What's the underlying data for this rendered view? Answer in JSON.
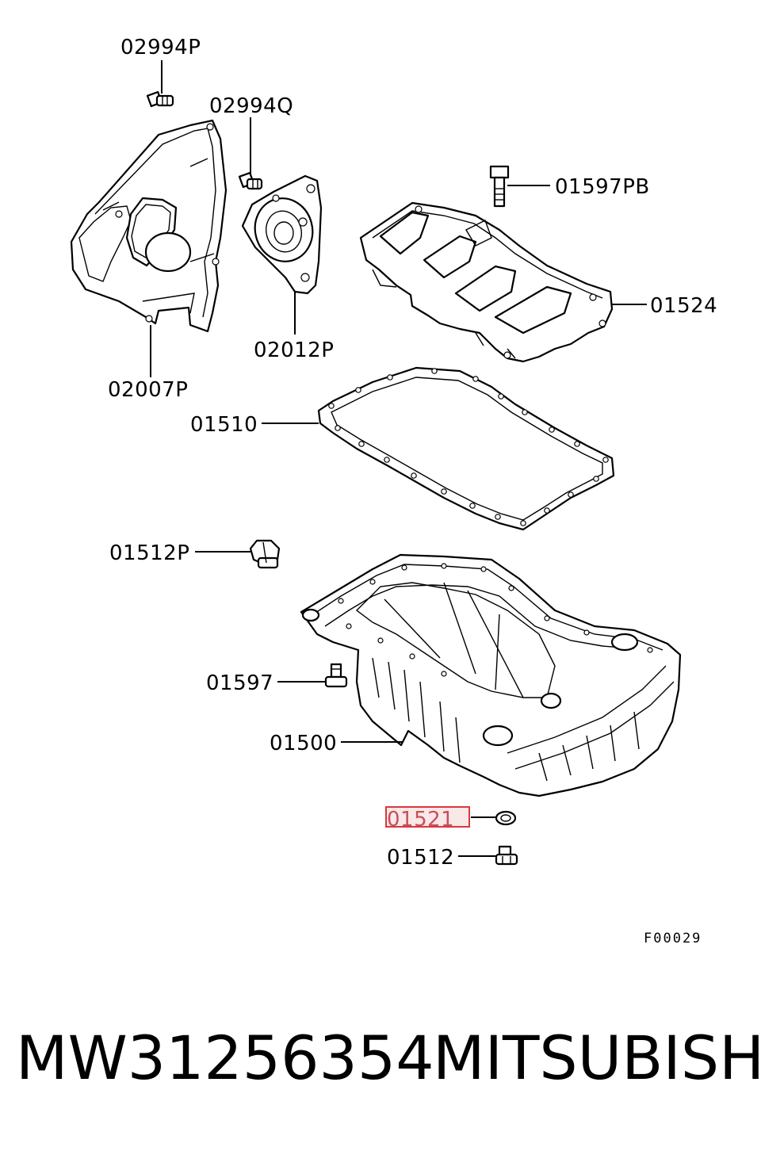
{
  "callouts": {
    "p02994P": "02994P",
    "p02994Q": "02994Q",
    "p01597PB": "01597PB",
    "p01524": "01524",
    "p02012P": "02012P",
    "p02007P": "02007P",
    "p01510": "01510",
    "p01512P": "01512P",
    "p01597": "01597",
    "p01500": "01500",
    "p01521": "01521",
    "p01512": "01512"
  },
  "highlighted_callout": "01521",
  "highlight_color": "#d9383f",
  "figure_code": "F00029",
  "caption": {
    "part_number": "MW31256354",
    "brand": "MITSUBISHI"
  }
}
